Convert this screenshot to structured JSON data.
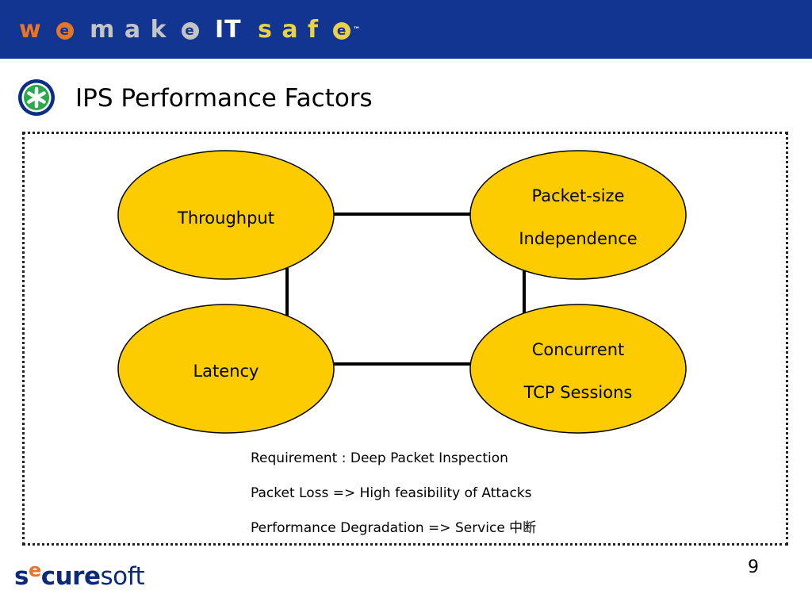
{
  "banner": {
    "words": [
      {
        "letters": "w",
        "e_glyph": "e",
        "color": "#e8742a"
      },
      {
        "letters": "m a k",
        "e_glyph": "e",
        "color": "#c4c4c4"
      },
      {
        "letters": "IT",
        "color": "#ffffff"
      },
      {
        "letters": "s a f",
        "e_glyph": "e",
        "color": "#e9d24a"
      }
    ],
    "trademark": "™",
    "background": "#123591"
  },
  "title": {
    "icon": "asterisk-badge-icon",
    "text": "IPS Performance Factors"
  },
  "diagram": {
    "node_fill": "#fccc00",
    "nodes": [
      {
        "id": "throughput",
        "lines": [
          "Throughput"
        ]
      },
      {
        "id": "packet-size",
        "lines": [
          "Packet-size",
          "Independence"
        ]
      },
      {
        "id": "latency",
        "lines": [
          "Latency"
        ]
      },
      {
        "id": "concurrent",
        "lines": [
          "Concurrent",
          "TCP Sessions"
        ]
      }
    ],
    "edges": [
      [
        "throughput",
        "packet-size"
      ],
      [
        "throughput",
        "latency"
      ],
      [
        "packet-size",
        "concurrent"
      ],
      [
        "latency",
        "concurrent"
      ]
    ]
  },
  "notes": [
    "Requirement : Deep Packet Inspection",
    "Packet Loss => High feasibility of Attacks",
    "Performance Degradation => Service 中断"
  ],
  "page_number": "9",
  "footer_logo": {
    "part1_s": "s",
    "part1_e": "e",
    "part1_rest": "cure",
    "part2": "soft"
  }
}
